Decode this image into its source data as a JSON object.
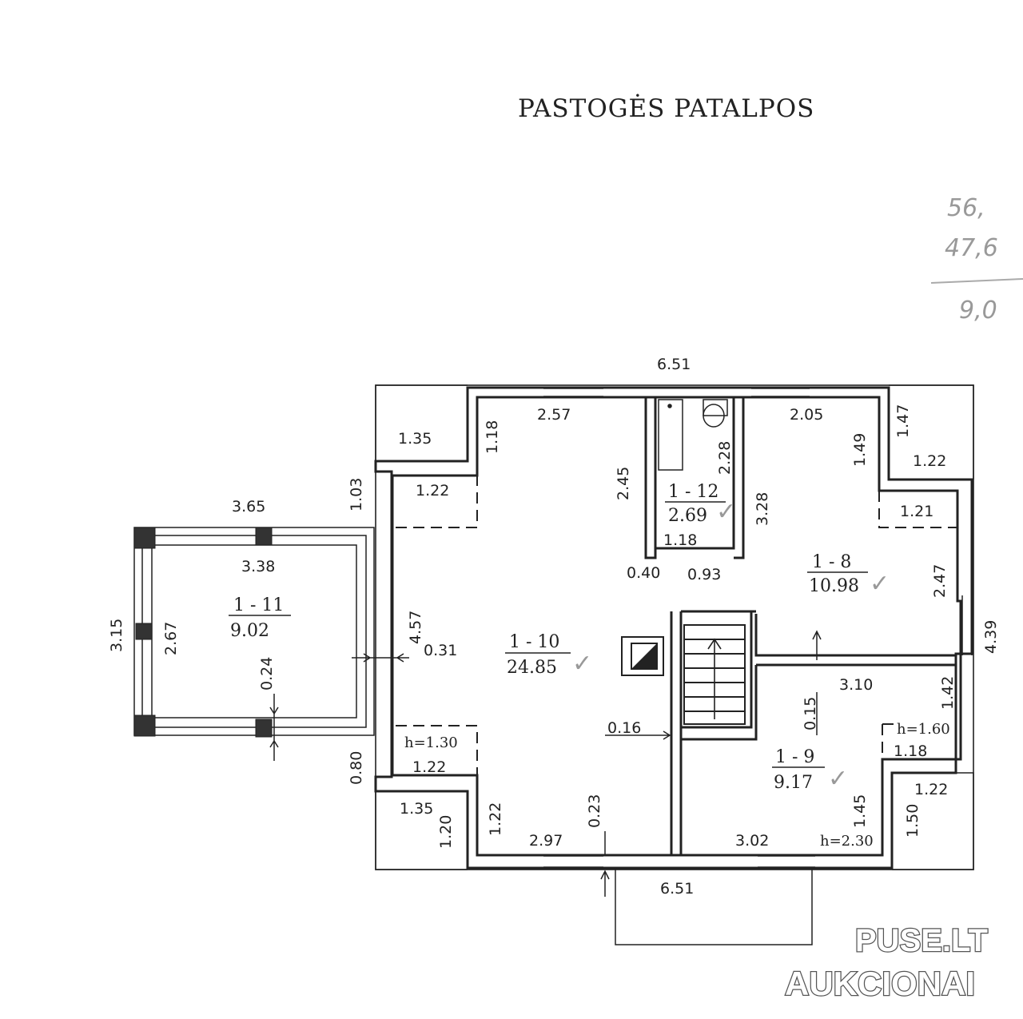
{
  "title": "PASTOGĖS PATALPOS",
  "handwritten": [
    "56,",
    "47,6",
    "9,0"
  ],
  "rooms": [
    {
      "id": "1 - 11",
      "area": "9.02"
    },
    {
      "id": "1 - 10",
      "area": "24.85"
    },
    {
      "id": "1 - 12",
      "area": "2.69"
    },
    {
      "id": "1 - 8",
      "area": "10.98"
    },
    {
      "id": "1 - 9",
      "area": "9.17"
    }
  ],
  "dimensions": {
    "top_width": "6.51",
    "bottom_width": "6.51",
    "terrace_length": "3.65",
    "terrace_inner": "3.38",
    "terrace_outer_h": "3.15",
    "terrace_inner_h": "2.67",
    "terrace_gap": "0.24",
    "left_upper": "1.03",
    "left_lower": "0.80",
    "corner_tl": "1.35",
    "corner_bl": "1.35",
    "corner_bl_v": "1.20",
    "r10_top": "2.57",
    "r10_left_top": "1.18",
    "r10_right_top": "2.45",
    "r10_kneewall_top": "1.22",
    "r10_height": "4.57",
    "r10_wall": "0.31",
    "r10_kneewall_bottom": "1.22",
    "r10_h": "h=1.30",
    "r10_left_bottom": "1.22",
    "r10_bottom": "2.97",
    "r10_wall_bottom": "0.23",
    "r10_wall_right": "0.16",
    "r12_height": "2.28",
    "r12_width": "1.18",
    "hall_a": "0.40",
    "hall_b": "0.93",
    "r8_left": "3.28",
    "r8_top": "2.05",
    "r8_top_inner": "1.49",
    "r8_corner_v": "1.47",
    "r8_corner_h": "1.22",
    "r8_kneewall": "1.21",
    "r8_right": "2.47",
    "right_total": "4.39",
    "r9_top": "3.10",
    "r9_wall": "0.15",
    "r9_right_top": "1.42",
    "r9_h": "h=1.60",
    "r9_kneewall": "1.18",
    "r9_corner_h": "1.22",
    "r9_right_low": "1.45",
    "r9_corner_v": "1.50",
    "r9_bottom": "3.02",
    "r9_h2": "h=2.30"
  },
  "watermark": {
    "line1": "PUSE.LT",
    "line2": "AUKCIONAI"
  }
}
